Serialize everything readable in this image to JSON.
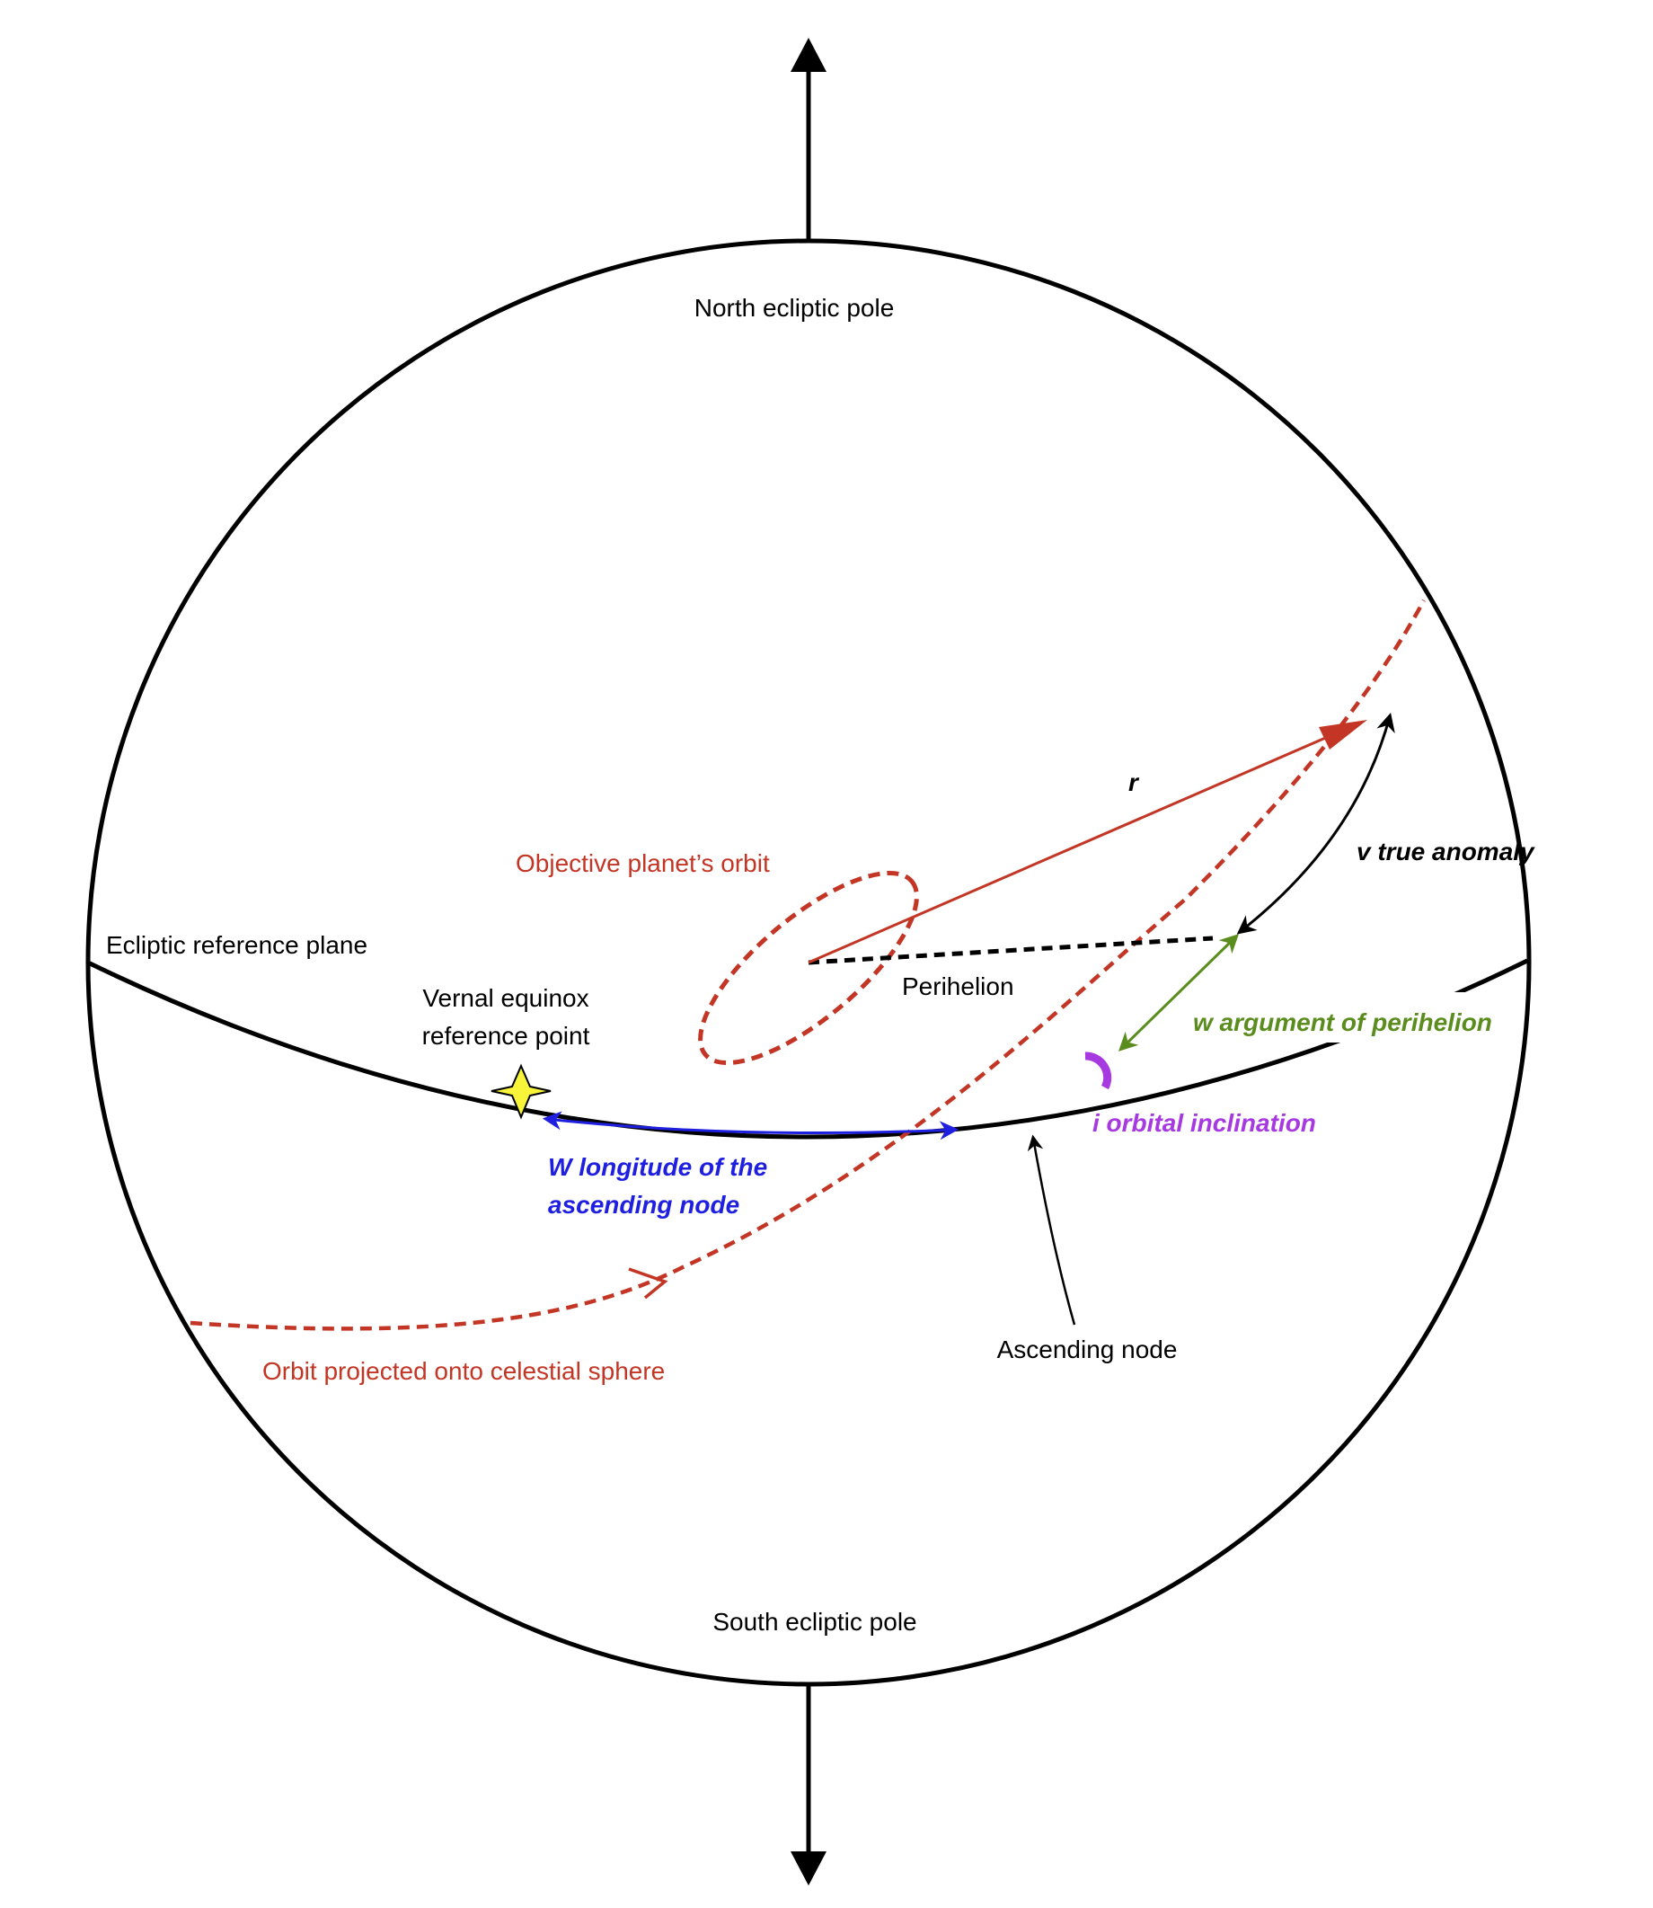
{
  "labels": {
    "north_pole": "North ecliptic pole",
    "south_pole": "South ecliptic pole",
    "ecliptic_plane": "Ecliptic reference plane",
    "vernal_equinox_line1": "Vernal equinox",
    "vernal_equinox_line2": "reference point",
    "planet_orbit": "Objective planet’s orbit",
    "perihelion": "Perihelion",
    "ascending_node": "Ascending node",
    "projected_orbit": "Orbit projected onto celestial sphere",
    "radius": "r",
    "true_anomaly": "v true anomaly",
    "argument_perihelion": "w argument of perihelion",
    "inclination": "i orbital inclination",
    "longitude_line1": "W longitude of the",
    "longitude_line2": "ascending node"
  },
  "icons": {
    "vernal_equinox_marker": "four-point-star-icon"
  },
  "colors": {
    "outline": "#000000",
    "orbit": "#c33524",
    "longitude": "#1f1fe0",
    "argument": "#5a8c1e",
    "inclination": "#a63ae0",
    "star_fill": "#f7f43a"
  }
}
